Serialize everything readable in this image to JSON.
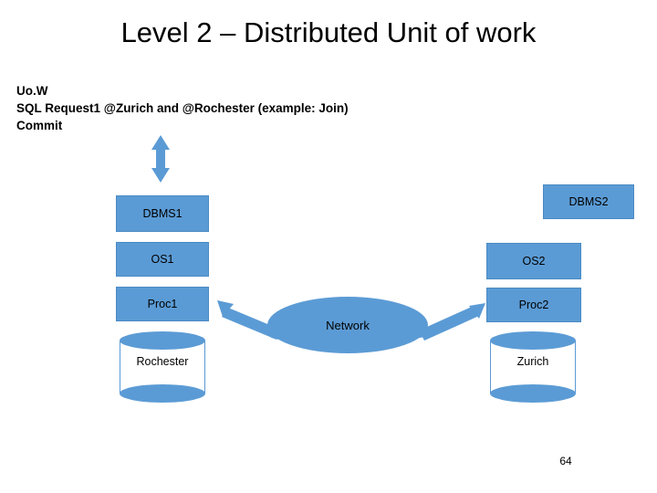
{
  "slide": {
    "title": "Level 2 – Distributed Unit of work",
    "page_number": "64",
    "uow": {
      "line1": "Uo.W",
      "line2": "SQL Request1 @Zurich and @Rochester (example: Join)",
      "line3": "Commit"
    },
    "nodes": {
      "dbms1": "DBMS1",
      "os1": "OS1",
      "proc1": "Proc1",
      "dbms2": "DBMS2",
      "os2": "OS2",
      "proc2": "Proc2",
      "network": "Network",
      "rochester": "Rochester",
      "zurich": "Zurich"
    },
    "colors": {
      "shape_fill": "#5B9BD5",
      "arrow": "#5B9BD5",
      "text": "#000000",
      "background": "#ffffff"
    },
    "arrows": [
      {
        "name": "uow-to-dbms1",
        "label": "",
        "type": "double-vertical"
      },
      {
        "name": "proc1-to-network",
        "label": "",
        "type": "double-diagonal"
      },
      {
        "name": "network-to-proc2",
        "label": "",
        "type": "double-diagonal"
      }
    ]
  }
}
